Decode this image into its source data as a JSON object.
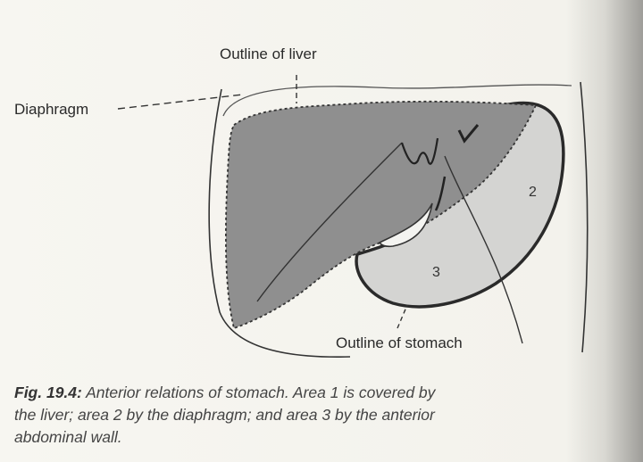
{
  "labels": {
    "outline_liver": "Outline of liver",
    "diaphragm": "Diaphragm",
    "outline_stomach": "Outline of stomach",
    "area_2": "2",
    "area_3": "3"
  },
  "caption": {
    "figure_number": "Fig. 19.4:",
    "line1": "Anterior relations of stomach. Area 1 is covered by",
    "line2": "the liver; area 2 by the diaphragm; and area 3 by the anterior",
    "line3": "abdominal wall."
  },
  "colors": {
    "liver_fill": "#8f8f8f",
    "stomach_fill": "#d4d4d2",
    "outline": "#2a2a2a"
  }
}
